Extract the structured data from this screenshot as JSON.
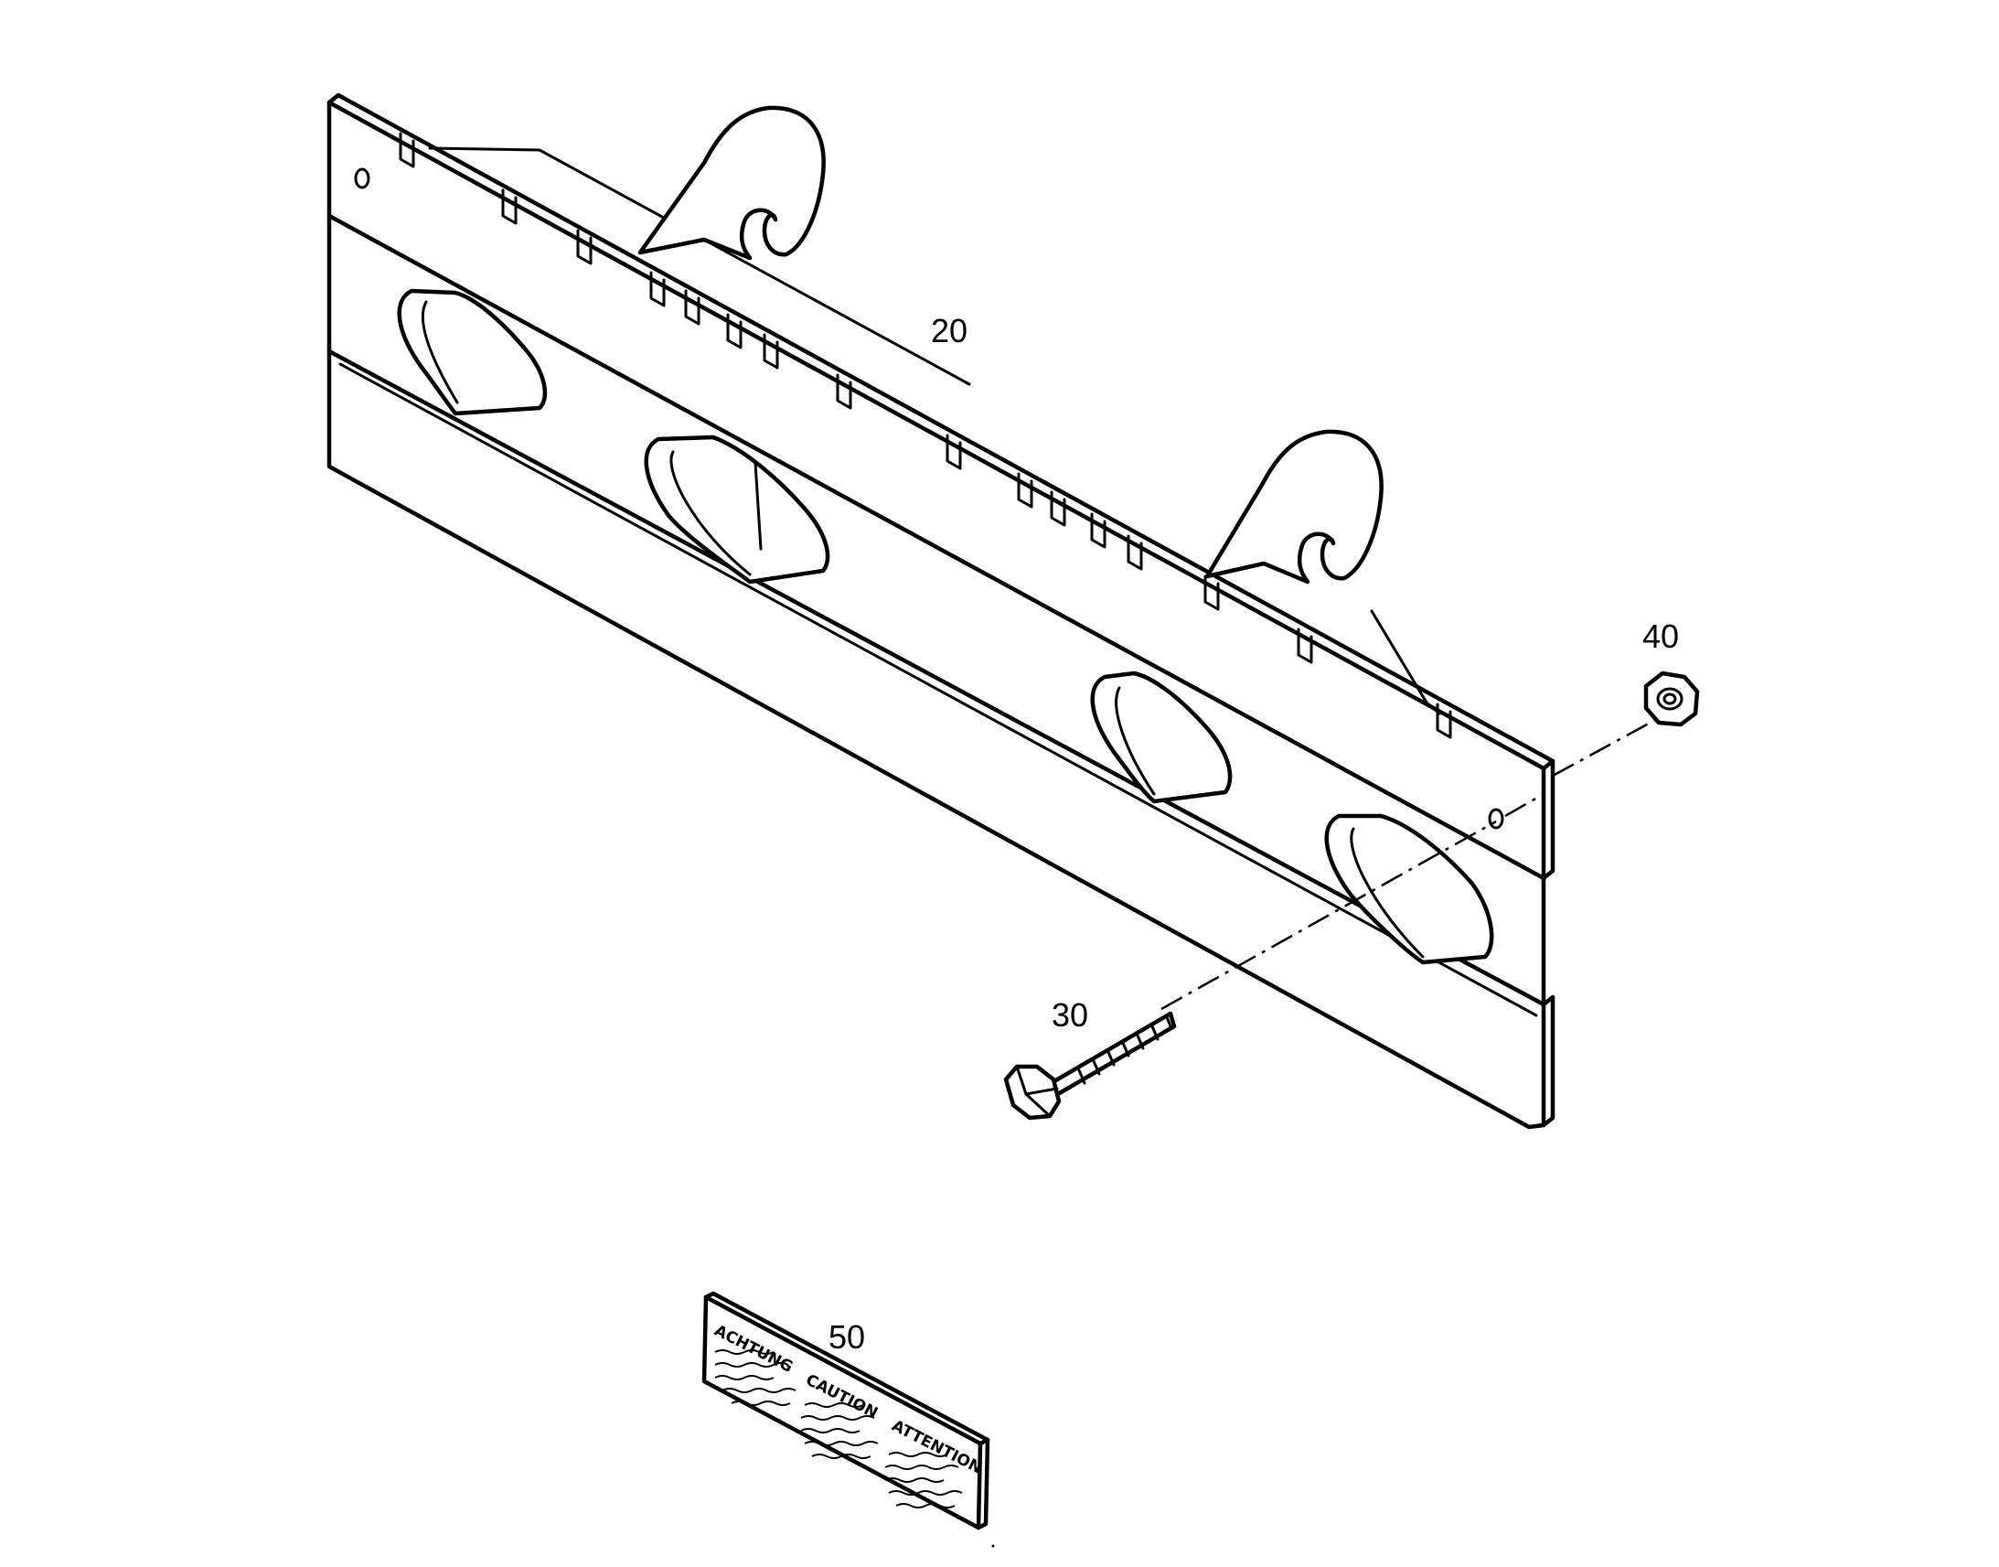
{
  "callouts": {
    "plate": "20",
    "bolt": "30",
    "nut": "40",
    "label": "50"
  },
  "warning_label": {
    "words": [
      "ACHTUNG",
      "CAUTION",
      "ATTENTION"
    ]
  }
}
